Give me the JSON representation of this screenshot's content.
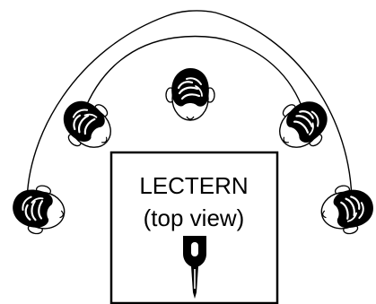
{
  "lectern": {
    "title": "LECTERN",
    "subtitle": "(top view)"
  },
  "heads": [
    {
      "id": "far-left"
    },
    {
      "id": "left"
    },
    {
      "id": "center"
    },
    {
      "id": "right"
    },
    {
      "id": "far-right"
    }
  ],
  "colors": {
    "ink": "#000000",
    "paper": "#ffffff"
  }
}
